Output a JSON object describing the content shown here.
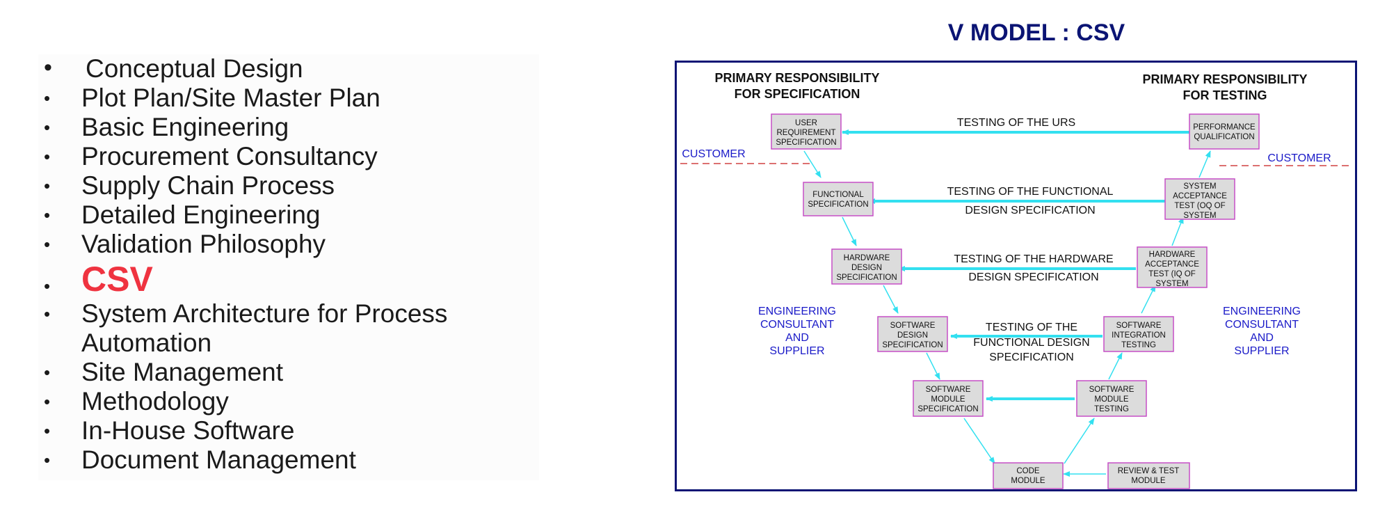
{
  "list": {
    "items": [
      "Conceptual Design",
      "Plot Plan/Site Master Plan",
      "Basic Engineering",
      "Procurement Consultancy",
      "Supply Chain Process",
      "Detailed Engineering",
      "Validation Philosophy",
      "CSV",
      "System Architecture for Process Automation",
      "Site Management",
      "Methodology",
      "In-House Software",
      "Document Management"
    ]
  },
  "diagram": {
    "title": "V MODEL : CSV",
    "headers": {
      "left_line1": "PRIMARY RESPONSIBILITY",
      "left_line2": "FOR SPECIFICATION",
      "right_line1": "PRIMARY RESPONSIBILITY",
      "right_line2": "FOR TESTING"
    },
    "zones": {
      "customer_left": "CUSTOMER",
      "customer_right": "CUSTOMER",
      "eng_left": [
        "ENGINEERING",
        "CONSULTANT",
        "AND",
        "SUPPLIER"
      ],
      "eng_right": [
        "ENGINEERING",
        "CONSULTANT",
        "AND",
        "SUPPLIER"
      ]
    },
    "boxes": {
      "urs": [
        "USER",
        "REQUIREMENT",
        "SPECIFICATION"
      ],
      "fs": [
        "FUNCTIONAL",
        "SPECIFICATION"
      ],
      "hds": [
        "HARDWARE",
        "DESIGN",
        "SPECIFICATION"
      ],
      "sds": [
        "SOFTWARE",
        "DESIGN",
        "SPECIFICATION"
      ],
      "sms": [
        "SOFTWARE",
        "MODULE",
        "SPECIFICATION"
      ],
      "code": [
        "CODE",
        "MODULE"
      ],
      "review": [
        "REVIEW & TEST",
        "MODULE"
      ],
      "smt": [
        "SOFTWARE",
        "MODULE",
        "TESTING"
      ],
      "sit": [
        "SOFTWARE",
        "INTEGRATION",
        "TESTING"
      ],
      "hat": [
        "HARDWARE",
        "ACCEPTANCE",
        "TEST (IQ OF",
        "SYSTEM"
      ],
      "sat": [
        "SYSTEM",
        "ACCEPTANCE",
        "TEST (OQ OF",
        "SYSTEM"
      ],
      "pq": [
        "PERFORMANCE",
        "QUALIFICATION"
      ]
    },
    "links": {
      "urs": [
        "TESTING OF THE URS"
      ],
      "fs": [
        "TESTING OF THE FUNCTIONAL",
        "DESIGN SPECIFICATION"
      ],
      "hds": [
        "TESTING OF THE HARDWARE",
        "DESIGN SPECIFICATION"
      ],
      "sds": [
        "TESTING OF THE",
        "FUNCTIONAL DESIGN",
        "SPECIFICATION"
      ]
    },
    "colors": {
      "frame": "#0b1474",
      "arrow": "#33e0f0",
      "box_fill": "#dcdcdc",
      "box_border": "#c64ec6",
      "zone_text": "#1a1ac8",
      "dash": "#d04040",
      "highlight": "#ef3340"
    }
  }
}
